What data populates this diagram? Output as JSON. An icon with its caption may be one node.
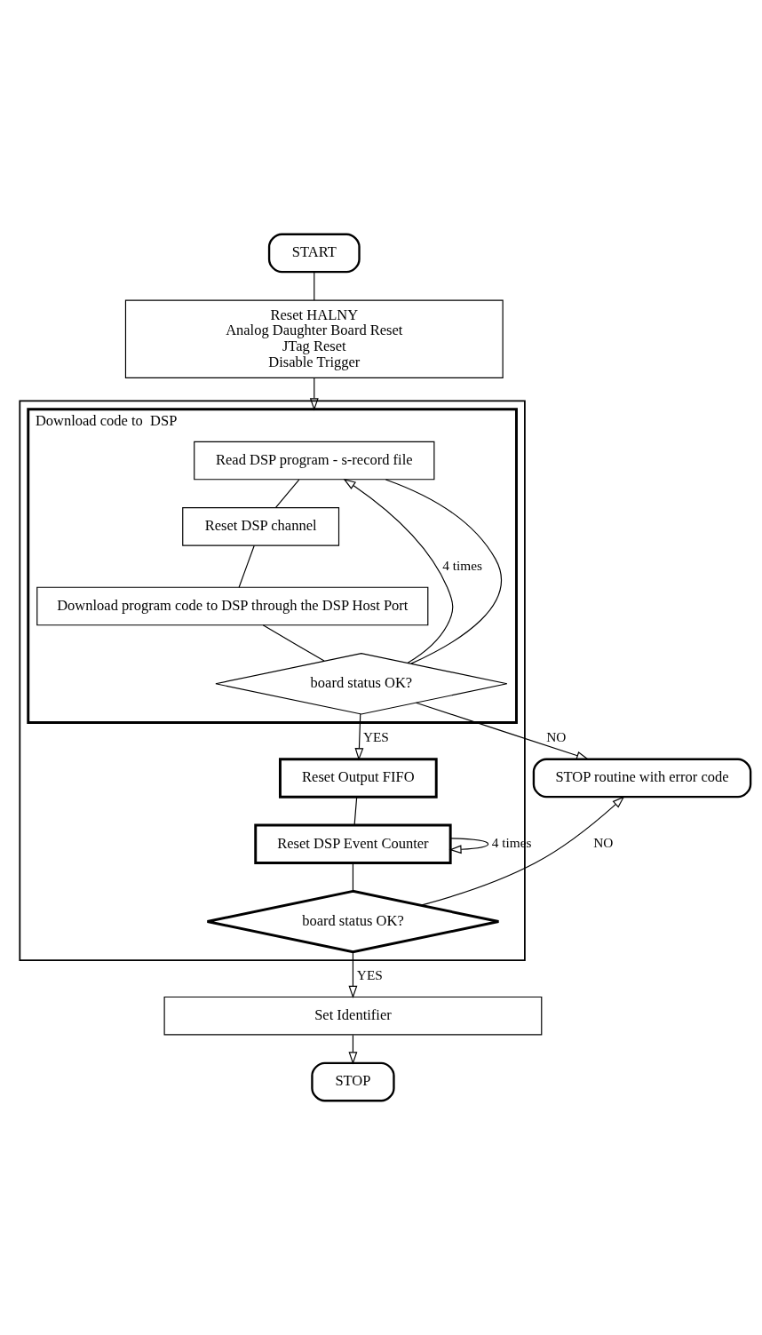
{
  "diagram": {
    "nodes": [
      {
        "text": [
          "START"
        ]
      },
      {
        "text": [
          "Reset HALNY",
          "Analog Daughter Board Reset",
          "JTag Reset",
          "Disable Trigger"
        ]
      },
      {
        "text": [],
        "shape": "box"
      },
      {
        "text": [
          "Download code to  DSP"
        ],
        "in": 2
      },
      {
        "text": [
          "Read DSP program - s-record file"
        ],
        "in": 3
      },
      {
        "text": [
          "Reset DSP channel"
        ],
        "in": 3
      },
      {
        "text": [
          "Download program code to DSP through the DSP Host Port"
        ],
        "in": 3
      },
      {
        "text": [
          "board status OK?"
        ],
        "in": 3
      },
      {
        "text": [
          "STOP routine with error code"
        ]
      },
      {
        "text": [
          "Reset Output FIFO"
        ],
        "in": 2
      },
      {
        "text": [
          "Reset DSP Event Counter"
        ],
        "in": 2
      },
      {
        "text": [
          "board status OK?"
        ],
        "in": 2
      },
      {
        "text": [
          "Set Identifier"
        ]
      },
      {
        "text": [
          "STOP"
        ]
      }
    ],
    "edges": [
      {
        "from": 0,
        "to": 1,
        "arrow": "none"
      },
      {
        "from": 1,
        "to": 3,
        "arrow": "to"
      },
      {
        "from": 7,
        "to": 3,
        "arrow": "to",
        "label": "4 times"
      },
      {
        "from": 3,
        "to": 4,
        "arrow": "none"
      },
      {
        "from": 4,
        "to": 5,
        "arrow": "none"
      },
      {
        "from": 5,
        "to": 6,
        "arrow": "none"
      },
      {
        "from": 6,
        "to": 7,
        "arrow": "none"
      },
      {
        "from": 7,
        "to": 8,
        "arrow": "to",
        "label": "NO"
      },
      {
        "from": 7,
        "to": 9,
        "arrow": "to",
        "label": "YES"
      },
      {
        "from": 9,
        "to": 10,
        "arrow": "none"
      },
      {
        "from": 10,
        "to": 10,
        "arrow": "to",
        "label": "4 times"
      },
      {
        "from": 10,
        "to": 11,
        "arrow": "none"
      },
      {
        "from": 11,
        "to": 8,
        "arrow": "to",
        "label": "NO"
      },
      {
        "from": 11,
        "to": 12,
        "arrow": "to",
        "label": "YES"
      },
      {
        "from": 12,
        "to": 13,
        "arrow": "to"
      }
    ]
  }
}
